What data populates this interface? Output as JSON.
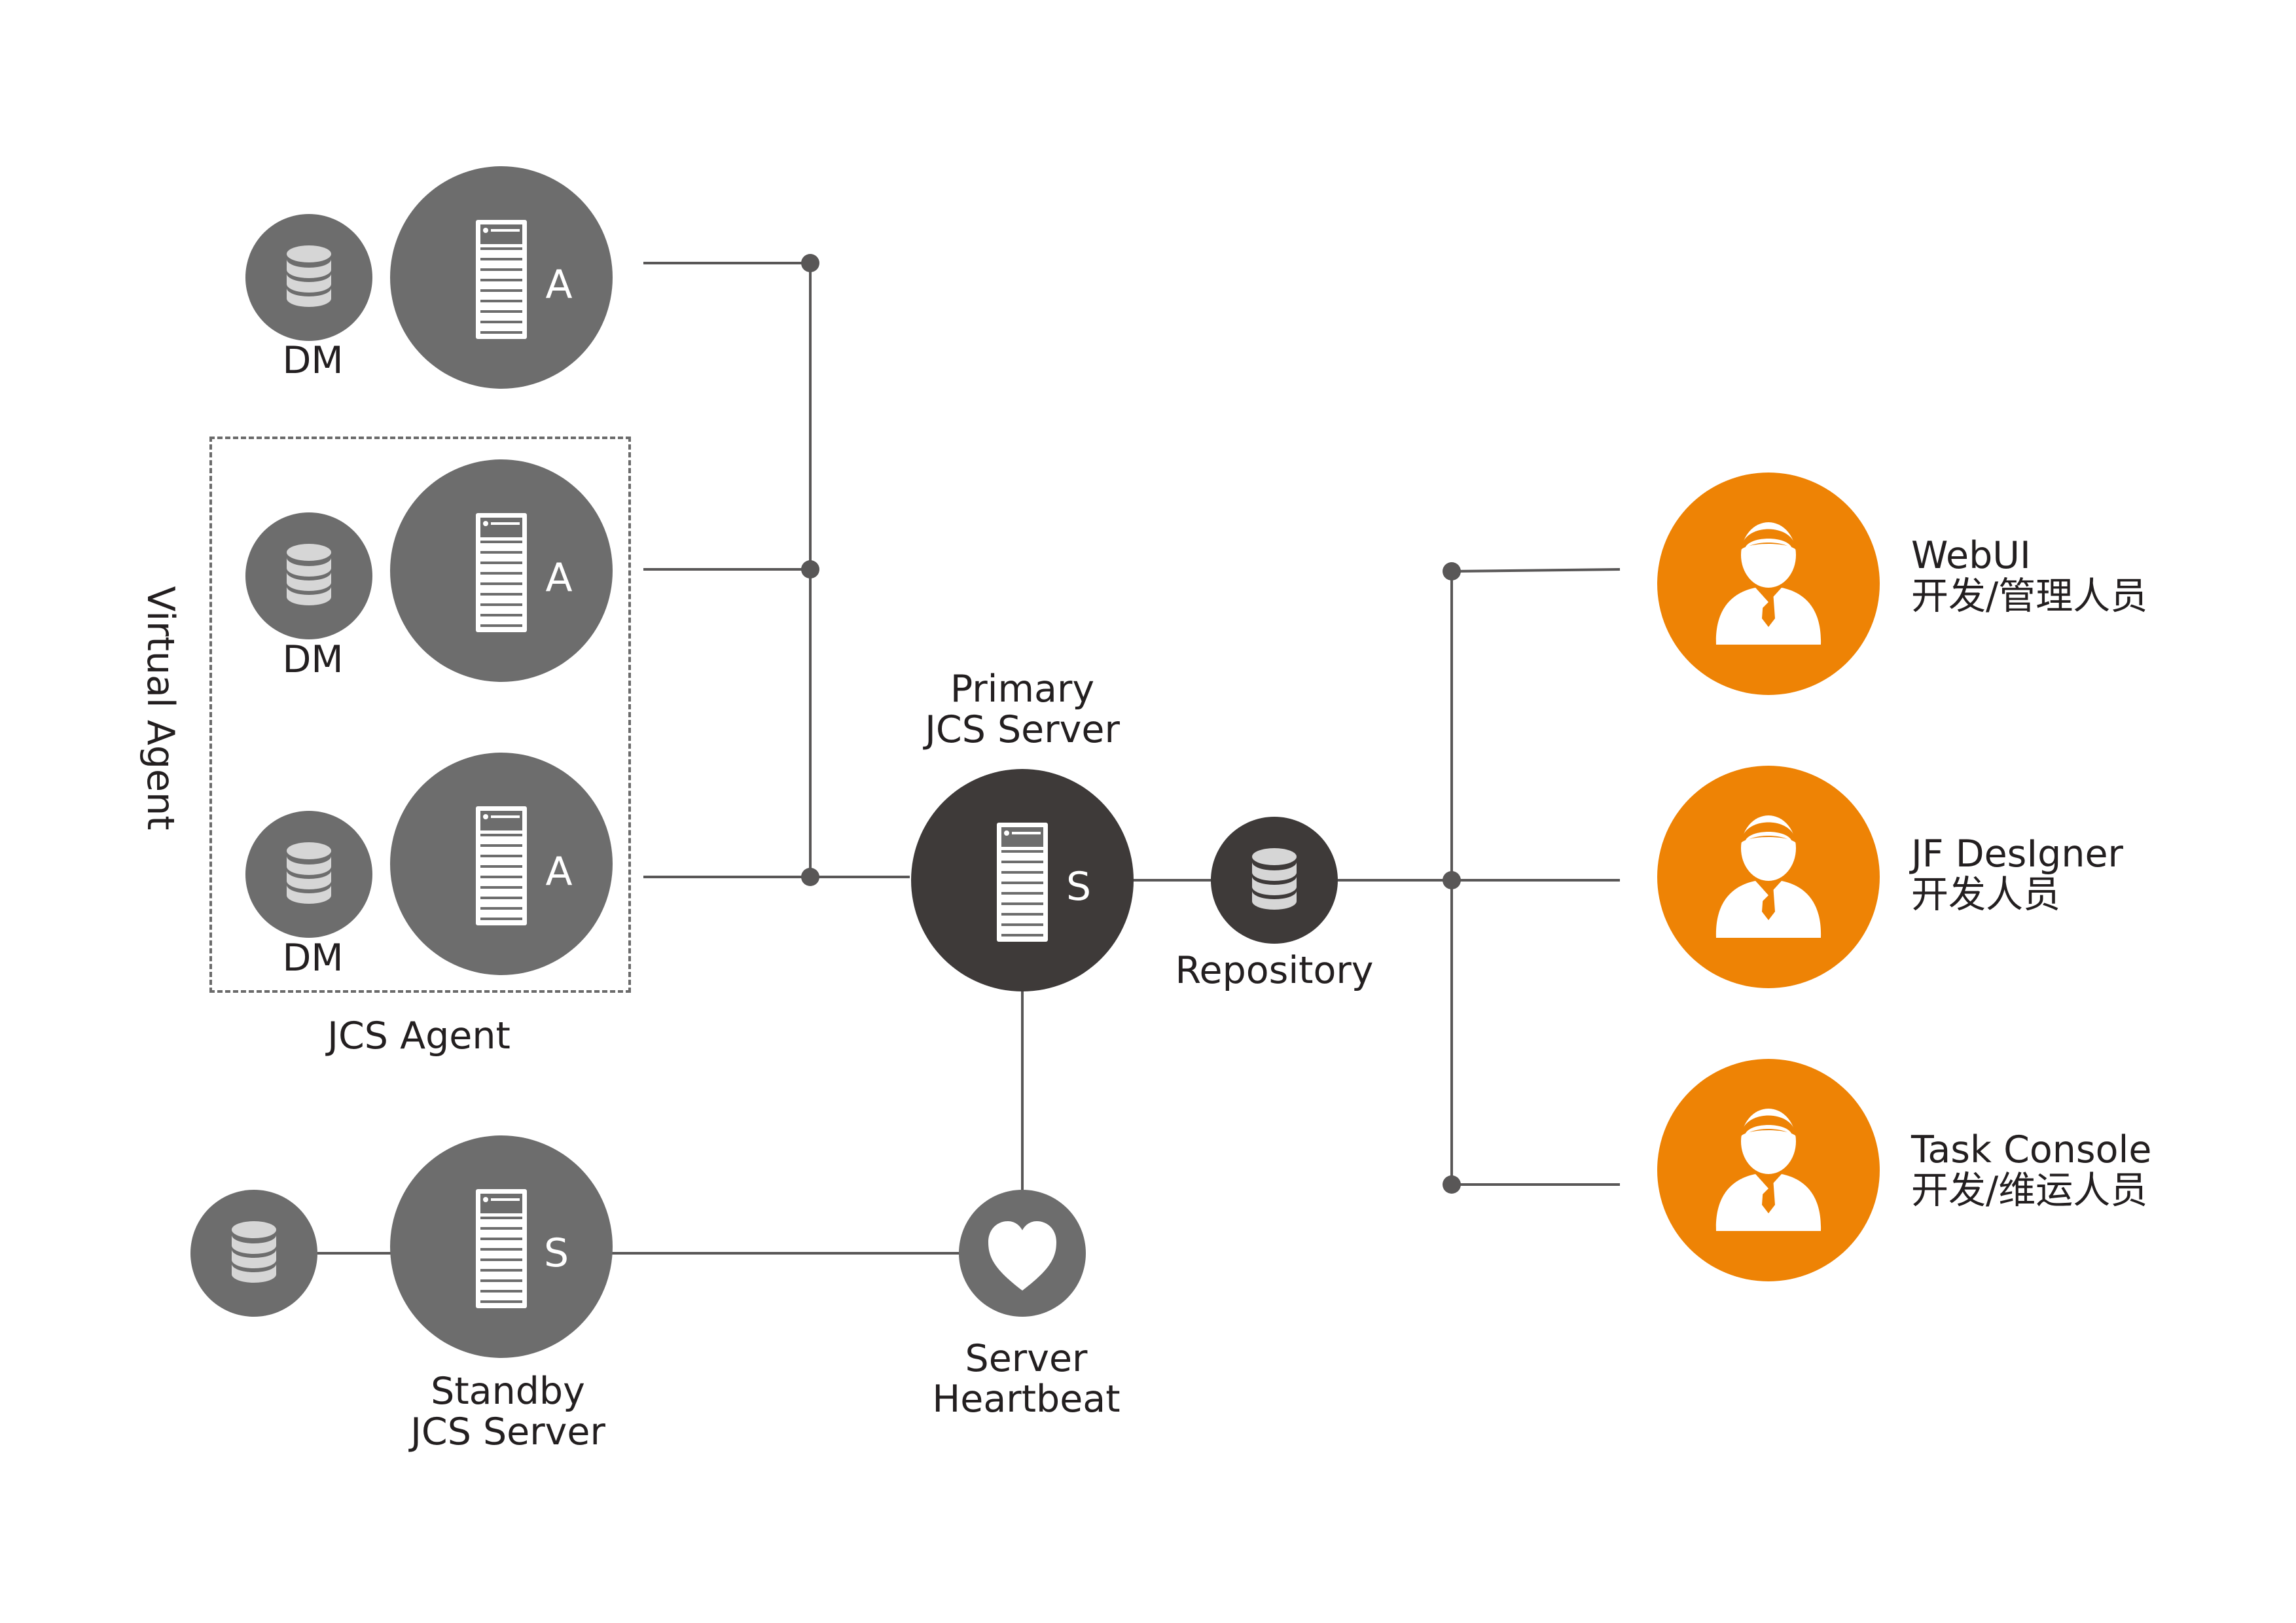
{
  "colors": {
    "node_gray": "#6d6d6d",
    "node_dark": "#3e3a39",
    "user_orange": "#ee8305",
    "line": "#595757",
    "icon_light": "#ffffff",
    "db_light": "#d6d6d6"
  },
  "icons": {
    "server": "server-rack-icon",
    "database": "database-icon",
    "heart": "heart-icon",
    "user": "user-icon"
  },
  "agents": [
    {
      "server_letter": "A",
      "db_label": "DM"
    },
    {
      "server_letter": "A",
      "db_label": "DM"
    },
    {
      "server_letter": "A",
      "db_label": "DM"
    }
  ],
  "agent_group": {
    "vertical_label": "Virtual Agent",
    "caption": "JCS Agent"
  },
  "primary": {
    "server_letter": "S",
    "label_line1": "Primary",
    "label_line2": "JCS Server"
  },
  "repository": {
    "label": "Repository"
  },
  "standby": {
    "server_letter": "S",
    "label_line1": "Standby",
    "label_line2": "JCS Server"
  },
  "heartbeat": {
    "label_line1": "Server",
    "label_line2": "Heartbeat"
  },
  "users": [
    {
      "title": "WebUI",
      "subtitle": "开发/管理人员"
    },
    {
      "title": "JF DesIgner",
      "subtitle": "开发人员"
    },
    {
      "title": "Task Console",
      "subtitle": "开发/维运人员"
    }
  ]
}
